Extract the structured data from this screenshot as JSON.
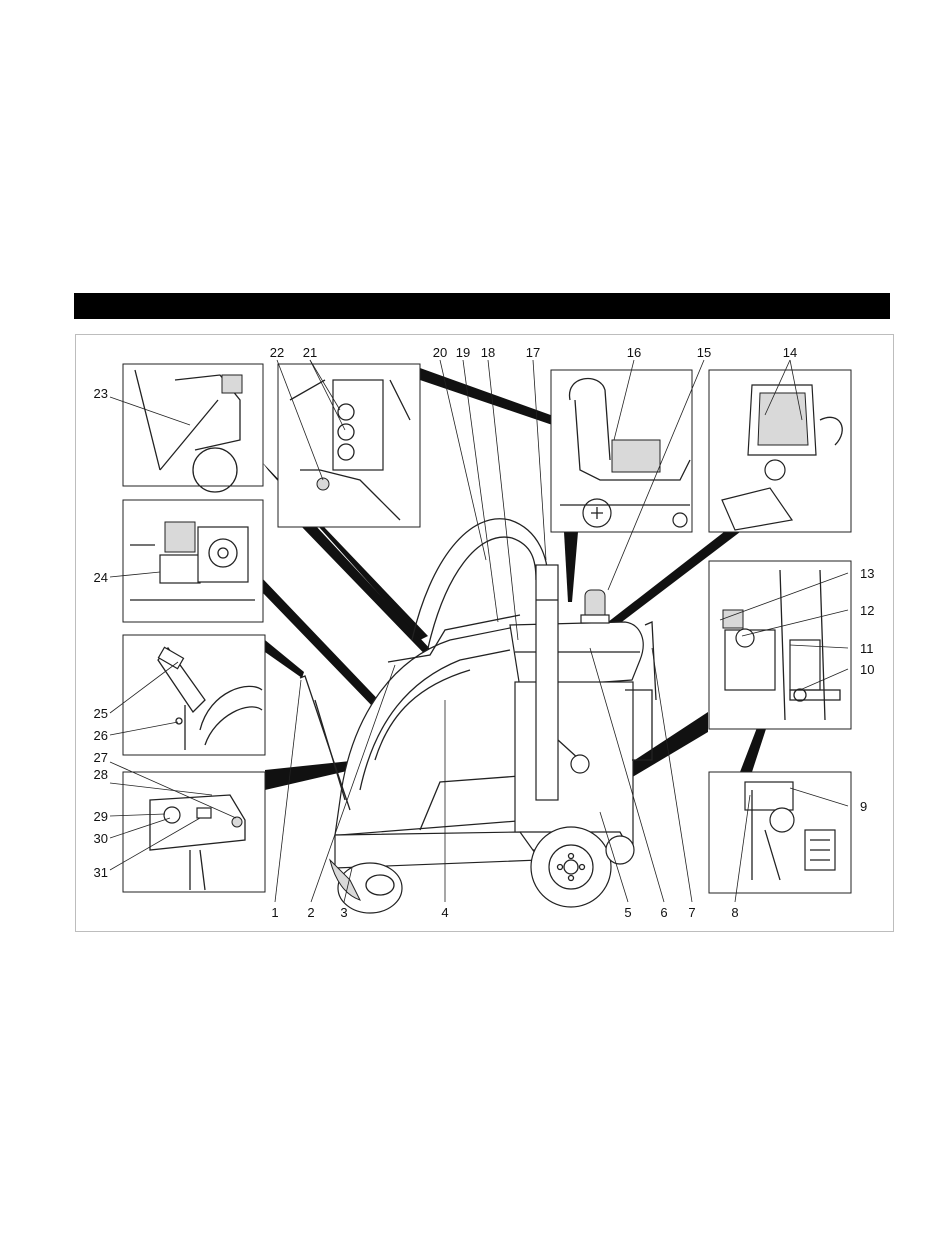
{
  "header": {
    "title": ""
  },
  "figure": {
    "callouts": [
      {
        "id": "c1",
        "text": "1"
      },
      {
        "id": "c2",
        "text": "2"
      },
      {
        "id": "c3",
        "text": "3"
      },
      {
        "id": "c4",
        "text": "4"
      },
      {
        "id": "c5",
        "text": "5"
      },
      {
        "id": "c6",
        "text": "6"
      },
      {
        "id": "c7",
        "text": "7"
      },
      {
        "id": "c8",
        "text": "8"
      },
      {
        "id": "c9",
        "text": "9"
      },
      {
        "id": "c10",
        "text": "10"
      },
      {
        "id": "c11",
        "text": "11"
      },
      {
        "id": "c12",
        "text": "12"
      },
      {
        "id": "c13",
        "text": "13"
      },
      {
        "id": "c14",
        "text": "14"
      },
      {
        "id": "c15",
        "text": "15"
      },
      {
        "id": "c16",
        "text": "16"
      },
      {
        "id": "c17",
        "text": "17"
      },
      {
        "id": "c18",
        "text": "18"
      },
      {
        "id": "c19",
        "text": "19"
      },
      {
        "id": "c20",
        "text": "20"
      },
      {
        "id": "c21",
        "text": "21"
      },
      {
        "id": "c22",
        "text": "22"
      },
      {
        "id": "c23",
        "text": "23"
      },
      {
        "id": "c24",
        "text": "24"
      },
      {
        "id": "c25",
        "text": "25"
      },
      {
        "id": "c26",
        "text": "26"
      },
      {
        "id": "c27",
        "text": "27"
      },
      {
        "id": "c28",
        "text": "28"
      },
      {
        "id": "c29",
        "text": "29"
      },
      {
        "id": "c30",
        "text": "30"
      },
      {
        "id": "c31",
        "text": "31"
      }
    ]
  }
}
